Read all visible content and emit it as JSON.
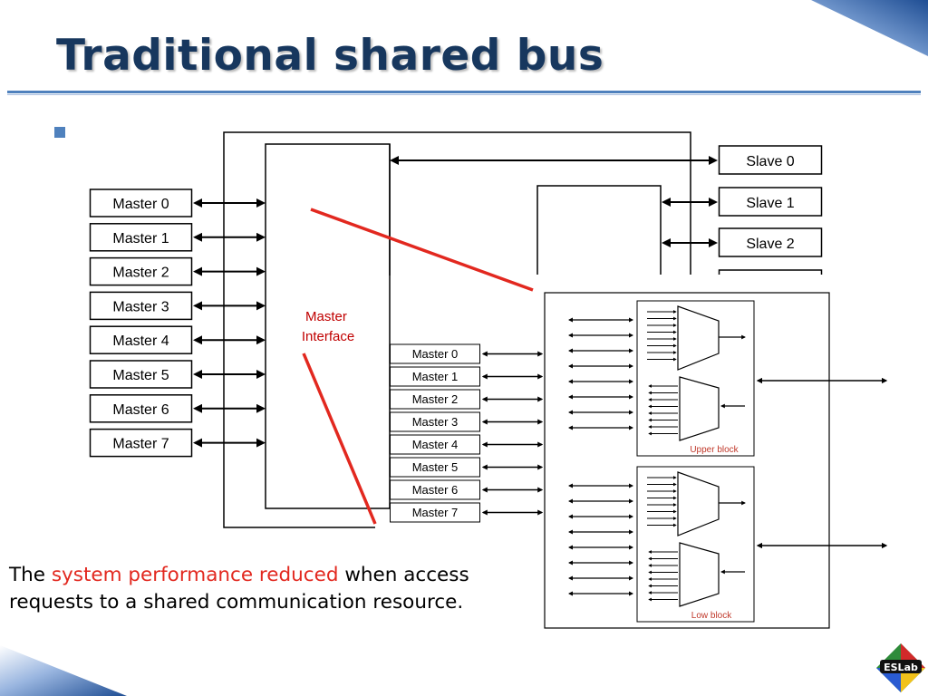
{
  "slide": {
    "title": "Traditional shared bus",
    "caption_before": "The ",
    "caption_highlight": "system performance reduced",
    "caption_after": " when access requests to a shared communication resource."
  },
  "left_diagram": {
    "masters": [
      "Master 0",
      "Master 1",
      "Master 2",
      "Master 3",
      "Master 4",
      "Master 5",
      "Master 6",
      "Master 7"
    ],
    "slaves": [
      "Slave 0",
      "Slave 1",
      "Slave 2"
    ],
    "master_interface_label": [
      "Master",
      "Interface"
    ]
  },
  "zoom_inset": {
    "masters": [
      "Master 0",
      "Master 1",
      "Master 2",
      "Master 3",
      "Master 4",
      "Master 5",
      "Master 6",
      "Master 7"
    ],
    "upper_block_label": "Upper block",
    "low_block_label": "Low block"
  },
  "logo": {
    "text": "ESLab"
  },
  "colors": {
    "title": "#17375e",
    "accent": "#4f81bd",
    "highlight_red": "#e2281f",
    "stroke": "#000000"
  }
}
